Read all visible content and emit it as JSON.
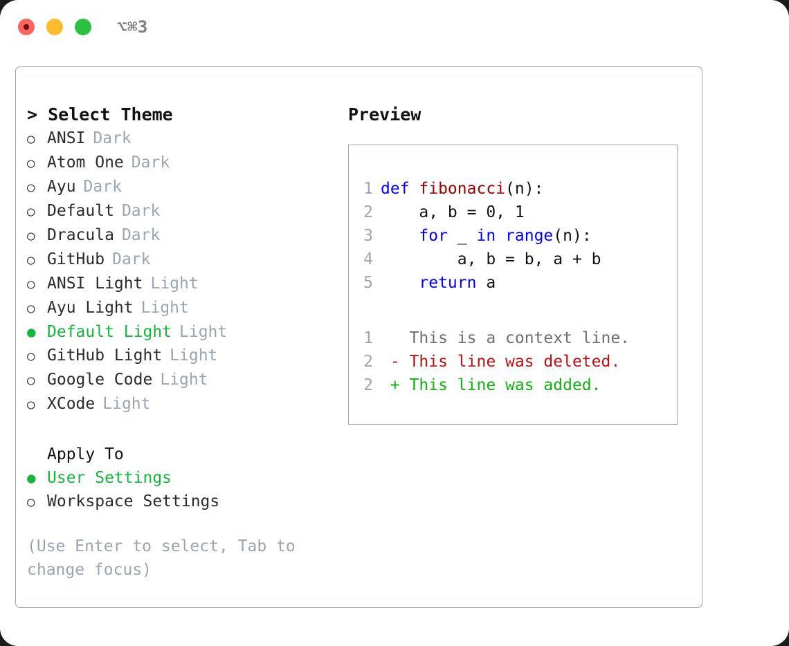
{
  "window": {
    "shortcut": "⌥⌘3",
    "traffic_lights": [
      {
        "name": "close",
        "color": "#f9655f"
      },
      {
        "name": "minimize",
        "color": "#fcbc2c"
      },
      {
        "name": "maximize",
        "color": "#2bc13e"
      }
    ]
  },
  "theme_list": {
    "header": "> Select Theme",
    "prompt_marker": ">",
    "bullet_unselected": "○",
    "bullet_selected": "●",
    "items": [
      {
        "label": "ANSI",
        "tag": "Dark",
        "selected": false
      },
      {
        "label": "Atom One",
        "tag": "Dark",
        "selected": false
      },
      {
        "label": "Ayu",
        "tag": "Dark",
        "selected": false
      },
      {
        "label": "Default",
        "tag": "Dark",
        "selected": false
      },
      {
        "label": "Dracula",
        "tag": "Dark",
        "selected": false
      },
      {
        "label": "GitHub",
        "tag": "Dark",
        "selected": false
      },
      {
        "label": "ANSI Light",
        "tag": "Light",
        "selected": false
      },
      {
        "label": "Ayu Light",
        "tag": "Light",
        "selected": false
      },
      {
        "label": "Default Light",
        "tag": "Light",
        "selected": true
      },
      {
        "label": "GitHub Light",
        "tag": "Light",
        "selected": false
      },
      {
        "label": "Google Code",
        "tag": "Light",
        "selected": false
      },
      {
        "label": "XCode",
        "tag": "Light",
        "selected": false
      }
    ]
  },
  "apply_to": {
    "header": "Apply To",
    "items": [
      {
        "label": "User Settings",
        "selected": true
      },
      {
        "label": "Workspace Settings",
        "selected": false
      }
    ]
  },
  "hint": "(Use Enter to select, Tab to change focus)",
  "preview": {
    "title": "Preview",
    "code_lines": [
      {
        "number": "1",
        "tokens": [
          {
            "text": "def ",
            "kind": "kw"
          },
          {
            "text": "fibonacci",
            "kind": "fn"
          },
          {
            "text": "(n):",
            "kind": "pl"
          }
        ]
      },
      {
        "number": "2",
        "tokens": [
          {
            "text": "    a, b = 0, 1",
            "kind": "pl"
          }
        ]
      },
      {
        "number": "3",
        "tokens": [
          {
            "text": "    ",
            "kind": "pl"
          },
          {
            "text": "for",
            "kind": "kw"
          },
          {
            "text": " _ ",
            "kind": "pl"
          },
          {
            "text": "in",
            "kind": "kw"
          },
          {
            "text": " ",
            "kind": "pl"
          },
          {
            "text": "range",
            "kind": "kw"
          },
          {
            "text": "(n):",
            "kind": "pl"
          }
        ]
      },
      {
        "number": "4",
        "tokens": [
          {
            "text": "        a, b = b, a + b",
            "kind": "pl"
          }
        ]
      },
      {
        "number": "5",
        "tokens": [
          {
            "text": "    ",
            "kind": "pl"
          },
          {
            "text": "return",
            "kind": "kw"
          },
          {
            "text": " a",
            "kind": "pl"
          }
        ]
      }
    ],
    "diff_lines": [
      {
        "number": "1",
        "marker": " ",
        "text": "This is a context line.",
        "kind": "context"
      },
      {
        "number": "2",
        "marker": "-",
        "text": "This line was deleted.",
        "kind": "del"
      },
      {
        "number": "2",
        "marker": "+",
        "text": "This line was added.",
        "kind": "add"
      }
    ]
  },
  "colors": {
    "accent_selected": "#14b83c",
    "muted_text": "#9aa5b1",
    "keyword": "#0000ff",
    "function": "#a00000",
    "diff_delete": "#bb1111",
    "diff_add": "#11b211",
    "border": "#9aa5b1"
  }
}
